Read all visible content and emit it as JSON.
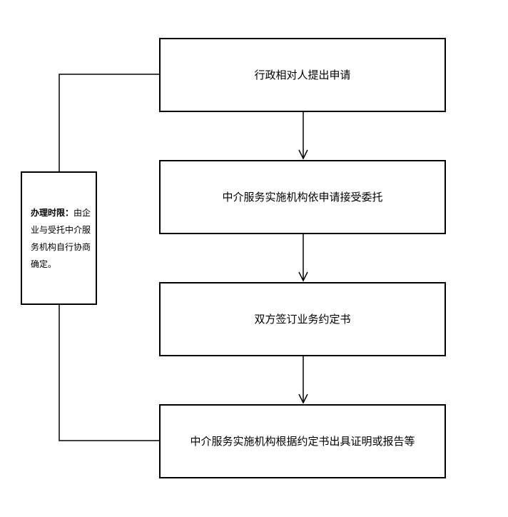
{
  "steps": [
    {
      "label": "行政相对人提出申请"
    },
    {
      "label": "中介服务实施机构依申请接受委托"
    },
    {
      "label": "双方签订业务约定书"
    },
    {
      "label": "中介服务实施机构根据约定书出具证明或报告等"
    }
  ],
  "note": {
    "title": "办理时限：",
    "body": "由企业与受托中介服务机构自行协商确定。"
  },
  "colors": {
    "stroke": "#000000",
    "background": "#ffffff"
  }
}
